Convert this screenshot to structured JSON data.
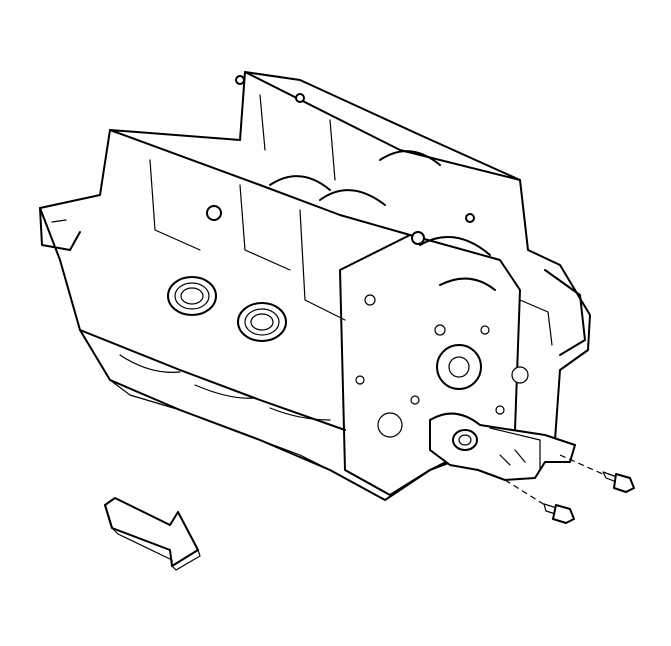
{
  "diagram": {
    "subject": "engine-block",
    "parts": {
      "block": "engine-block",
      "cylinder_bores": 2,
      "sensor": "crankshaft-position-sensor",
      "bolts": 2,
      "arrow": "front-direction-arrow"
    }
  }
}
